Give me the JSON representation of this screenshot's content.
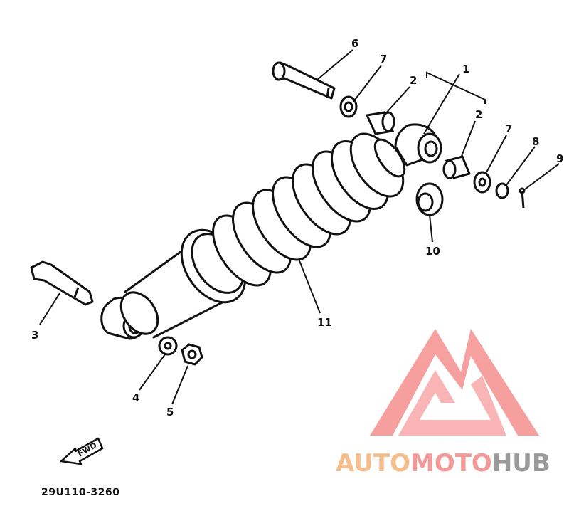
{
  "diagram": {
    "drawing_code": "29U110-3260",
    "fwd_label": "FWD",
    "callouts": [
      {
        "id": "c1",
        "label": "1"
      },
      {
        "id": "c2a",
        "label": "2"
      },
      {
        "id": "c2b",
        "label": "2"
      },
      {
        "id": "c3",
        "label": "3"
      },
      {
        "id": "c4",
        "label": "4"
      },
      {
        "id": "c5",
        "label": "5"
      },
      {
        "id": "c6",
        "label": "6"
      },
      {
        "id": "c7a",
        "label": "7"
      },
      {
        "id": "c7b",
        "label": "7"
      },
      {
        "id": "c8",
        "label": "8"
      },
      {
        "id": "c9",
        "label": "9"
      },
      {
        "id": "c10",
        "label": "10"
      },
      {
        "id": "c11",
        "label": "11"
      }
    ]
  },
  "watermark": {
    "part1": "AUTO",
    "part2": "MOTO",
    "part3": "HUB",
    "colors": {
      "auto": "#f5be8c",
      "moto": "#f29a9a",
      "hub": "#9a9a9a",
      "logo": "#f27b7b"
    }
  }
}
